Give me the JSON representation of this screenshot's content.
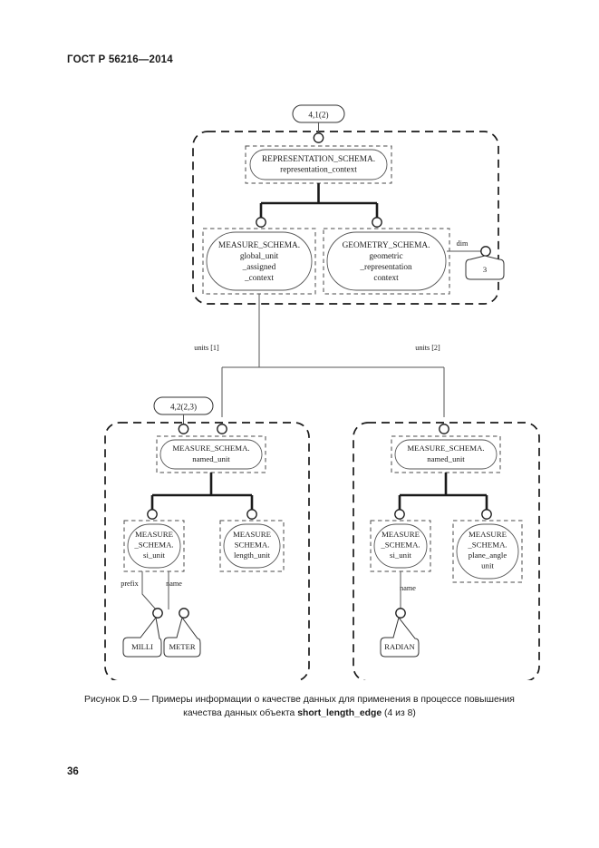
{
  "document": {
    "standard_header": "ГОСТ Р 56216—2014",
    "page_number": "36",
    "caption_line1": "Рисунок D.9 — Примеры информации о качестве данных для применения в процессе повышения",
    "caption_line2_prefix": "качества данных объекта ",
    "caption_line2_bold": "short_length_edge",
    "caption_line2_suffix": " (4 из 8)"
  },
  "diagram": {
    "type": "express-g-instance-diagram",
    "page_refs": {
      "top": "4,1(2)",
      "left_group": "4,2(2,3)"
    },
    "regions": [
      {
        "id": "top-region",
        "label": ""
      },
      {
        "id": "left-region",
        "label": ""
      },
      {
        "id": "right-region",
        "label": ""
      }
    ],
    "entities": {
      "representation_context": {
        "line1": "REPRESENTATION_SCHEMA.",
        "line2": "representation_context"
      },
      "global_unit_assigned_context": {
        "line1": "MEASURE_SCHEMA.",
        "line2": "global_unit",
        "line3": "_assigned",
        "line4": "_context"
      },
      "geometric_representation_context": {
        "line1": "GEOMETRY_SCHEMA.",
        "line2": "geometric",
        "line3": "_representation",
        "line4": "context"
      },
      "named_unit_left": {
        "line1": "MEASURE_SCHEMA.",
        "line2": "named_unit"
      },
      "named_unit_right": {
        "line1": "MEASURE_SCHEMA.",
        "line2": "named_unit"
      },
      "si_unit_left": {
        "line1": "MEASURE",
        "line2": "_SCHEMA.",
        "line3": "si_unit"
      },
      "length_unit": {
        "line1": "MEASURE",
        "line2": "SCHEMA.",
        "line3": "length_unit"
      },
      "si_unit_right": {
        "line1": "MEASURE",
        "line2": "_SCHEMA.",
        "line3": "si_unit"
      },
      "plane_angle_unit": {
        "line1": "MEASURE",
        "line2": "_SCHEMA.",
        "line3": "plane_angle",
        "line4": "unit"
      }
    },
    "attribute_labels": {
      "dim": "dim",
      "units_1": "units [1]",
      "units_2": "units [2]",
      "prefix": "prefix",
      "name_left": "name",
      "name_right": "name"
    },
    "values": {
      "dim_value": "3",
      "milli": "MILLI",
      "meter": "METER",
      "radian": "RADIAN"
    }
  },
  "colors": {
    "ink": "#1a1a1a",
    "line": "#555555",
    "paper": "#ffffff"
  }
}
